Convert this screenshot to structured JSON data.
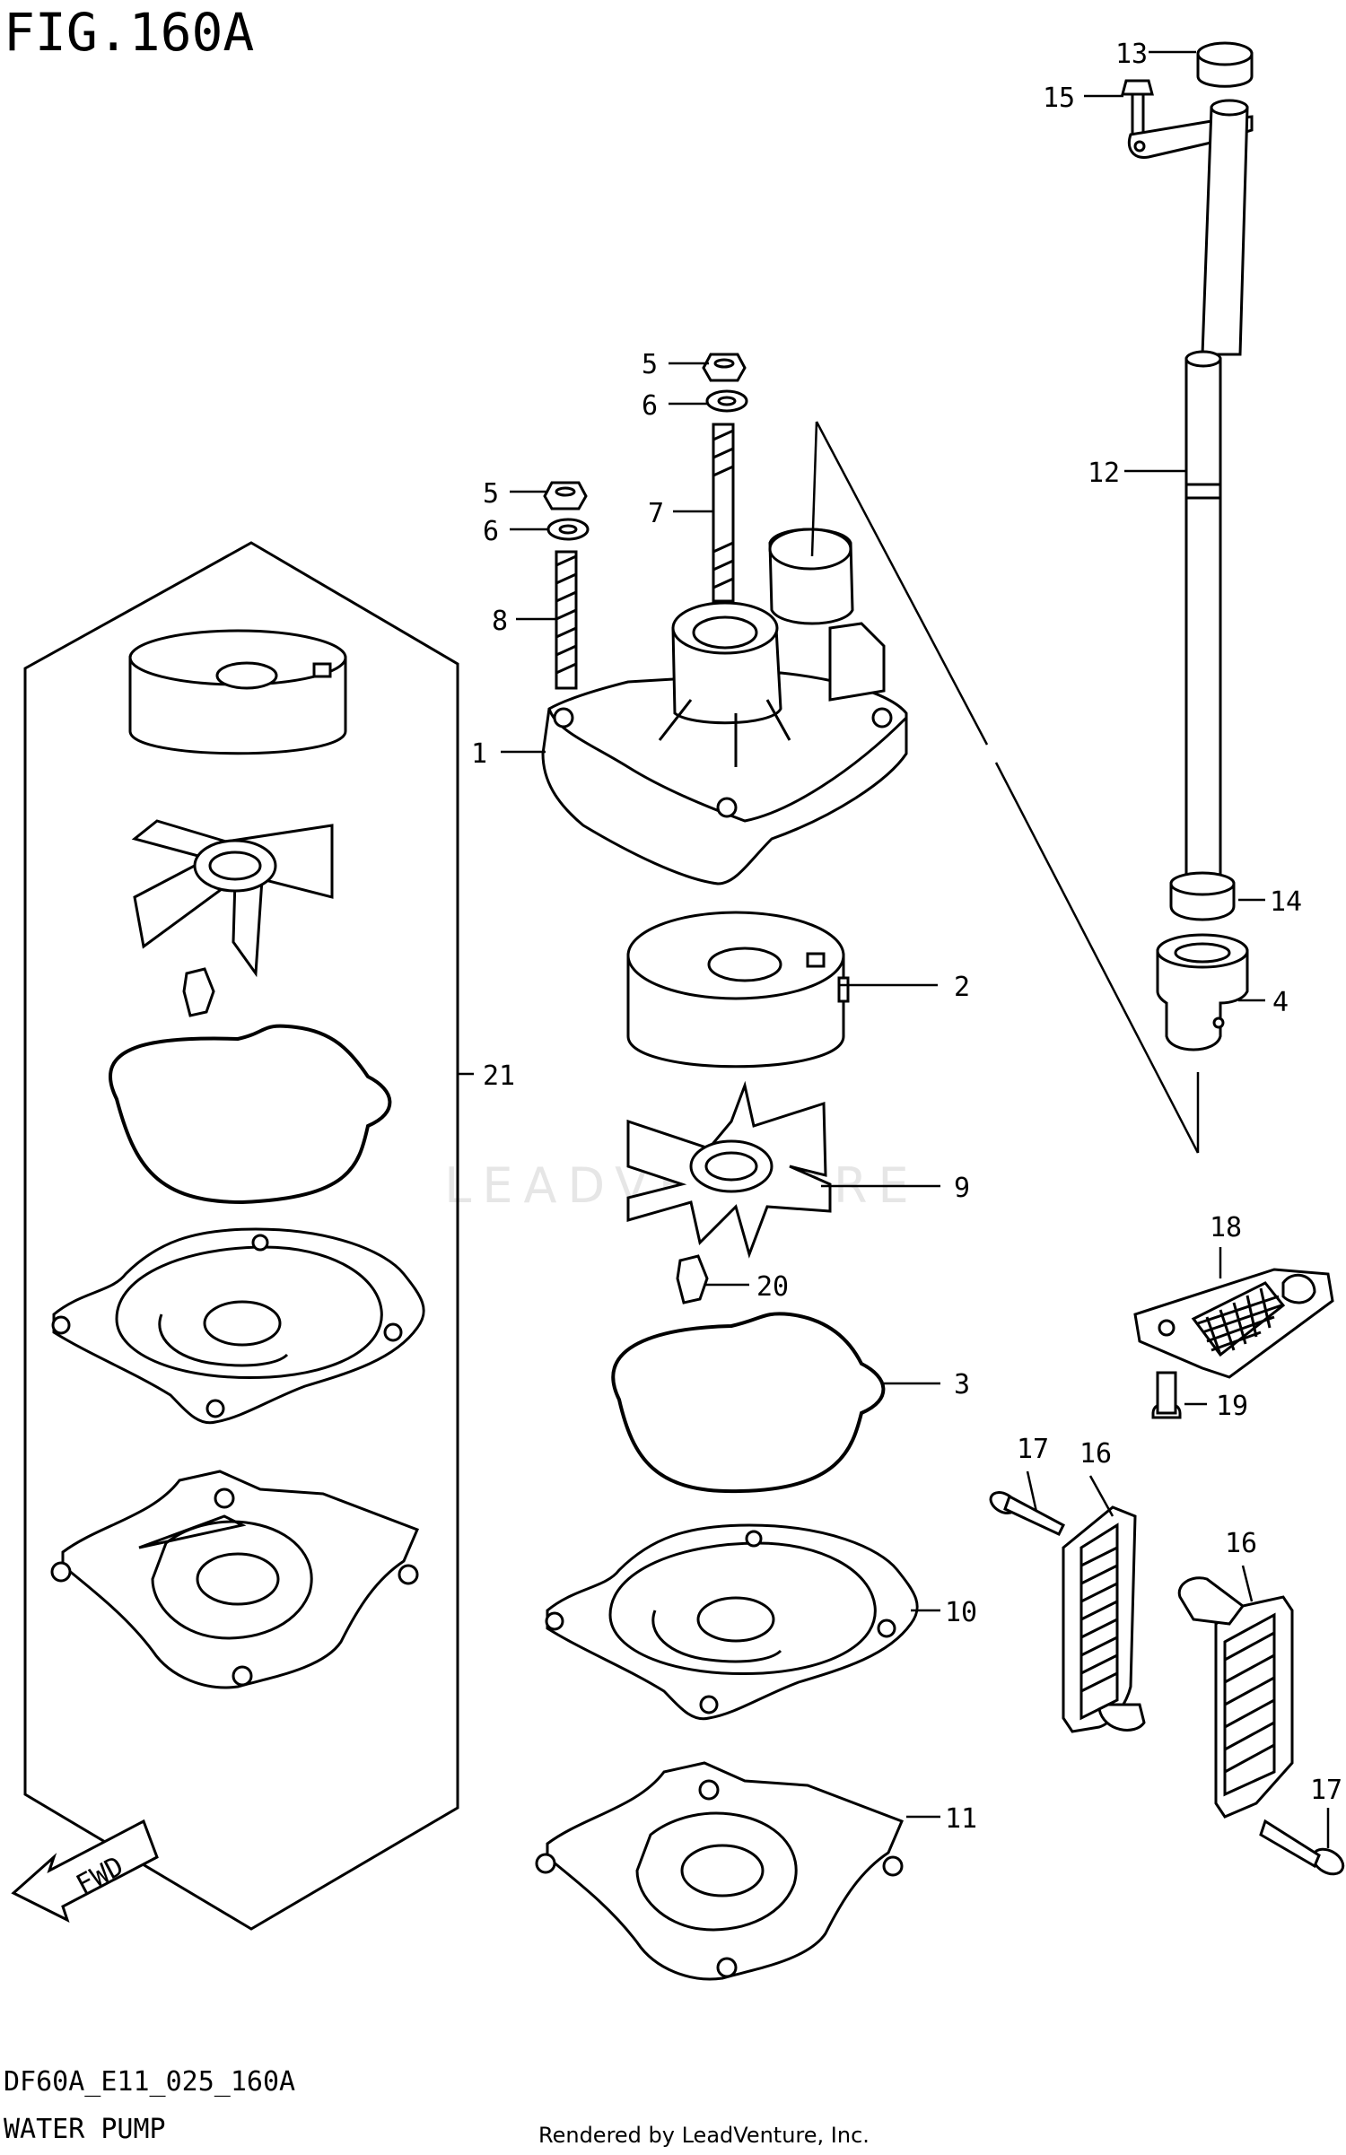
{
  "figure_title": "FIG.160A",
  "footer": {
    "code": "DF60A_E11_025_160A",
    "subtitle": "WATER PUMP",
    "rendered_by": "Rendered by LeadVenture, Inc."
  },
  "watermark": "LEADVENTURE",
  "fwd_label": "FWD",
  "callouts": [
    {
      "id": "c1",
      "label": "1"
    },
    {
      "id": "c2",
      "label": "2"
    },
    {
      "id": "c3",
      "label": "3"
    },
    {
      "id": "c4",
      "label": "4"
    },
    {
      "id": "c5a",
      "label": "5"
    },
    {
      "id": "c5b",
      "label": "5"
    },
    {
      "id": "c6a",
      "label": "6"
    },
    {
      "id": "c6b",
      "label": "6"
    },
    {
      "id": "c7",
      "label": "7"
    },
    {
      "id": "c8",
      "label": "8"
    },
    {
      "id": "c9",
      "label": "9"
    },
    {
      "id": "c10",
      "label": "10"
    },
    {
      "id": "c11",
      "label": "11"
    },
    {
      "id": "c12",
      "label": "12"
    },
    {
      "id": "c13",
      "label": "13"
    },
    {
      "id": "c14",
      "label": "14"
    },
    {
      "id": "c15",
      "label": "15"
    },
    {
      "id": "c16a",
      "label": "16"
    },
    {
      "id": "c16b",
      "label": "16"
    },
    {
      "id": "c17a",
      "label": "17"
    },
    {
      "id": "c17b",
      "label": "17"
    },
    {
      "id": "c18",
      "label": "18"
    },
    {
      "id": "c19",
      "label": "19"
    },
    {
      "id": "c20",
      "label": "20"
    },
    {
      "id": "c21",
      "label": "21"
    }
  ]
}
